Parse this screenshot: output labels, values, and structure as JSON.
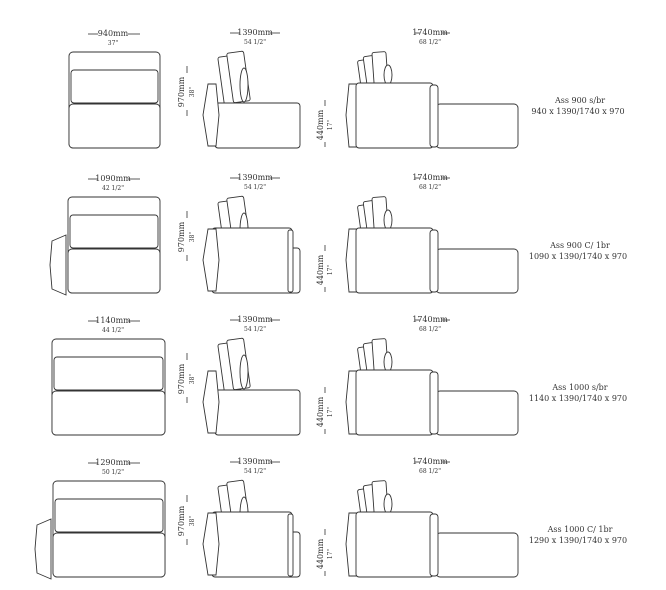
{
  "modules": [
    {
      "name": "Ass 900 s/br",
      "size": "940 x 1390/1740 x 970",
      "width_mm": "940mm",
      "width_in": "37\"",
      "depth_mm": "1390mm",
      "depth_in": "54 1/2\"",
      "depth2_mm": "1740mm",
      "depth2_in": "68 1/2\"",
      "height_mm": "970mm",
      "height_in": "38\"",
      "seat_mm": "440mm",
      "seat_in": "17\"",
      "has_arm": false
    },
    {
      "name": "Ass 900 C/ 1br",
      "size": "1090 x 1390/1740 x 970",
      "width_mm": "1090mm",
      "width_in": "42 1/2\"",
      "depth_mm": "1390mm",
      "depth_in": "54 1/2\"",
      "depth2_mm": "1740mm",
      "depth2_in": "68 1/2\"",
      "height_mm": "970mm",
      "height_in": "38\"",
      "seat_mm": "440mm",
      "seat_in": "17\"",
      "has_arm": true
    },
    {
      "name": "Ass 1000 s/br",
      "size": "1140 x 1390/1740 x 970",
      "width_mm": "1140mm",
      "width_in": "44 1/2\"",
      "depth_mm": "1390mm",
      "depth_in": "54 1/2\"",
      "depth2_mm": "1740mm",
      "depth2_in": "68 1/2\"",
      "height_mm": "970mm",
      "height_in": "38\"",
      "seat_mm": "440mm",
      "seat_in": "17\"",
      "has_arm": false
    },
    {
      "name": "Ass 1000 C/ 1br",
      "size": "1290 x 1390/1740 x 970",
      "width_mm": "1290mm",
      "width_in": "50 1/2\"",
      "depth_mm": "1390mm",
      "depth_in": "54 1/2\"",
      "depth2_mm": "1740mm",
      "depth2_in": "68 1/2\"",
      "height_mm": "970mm",
      "height_in": "38\"",
      "seat_mm": "440mm",
      "seat_in": "17\"",
      "has_arm": true
    }
  ]
}
